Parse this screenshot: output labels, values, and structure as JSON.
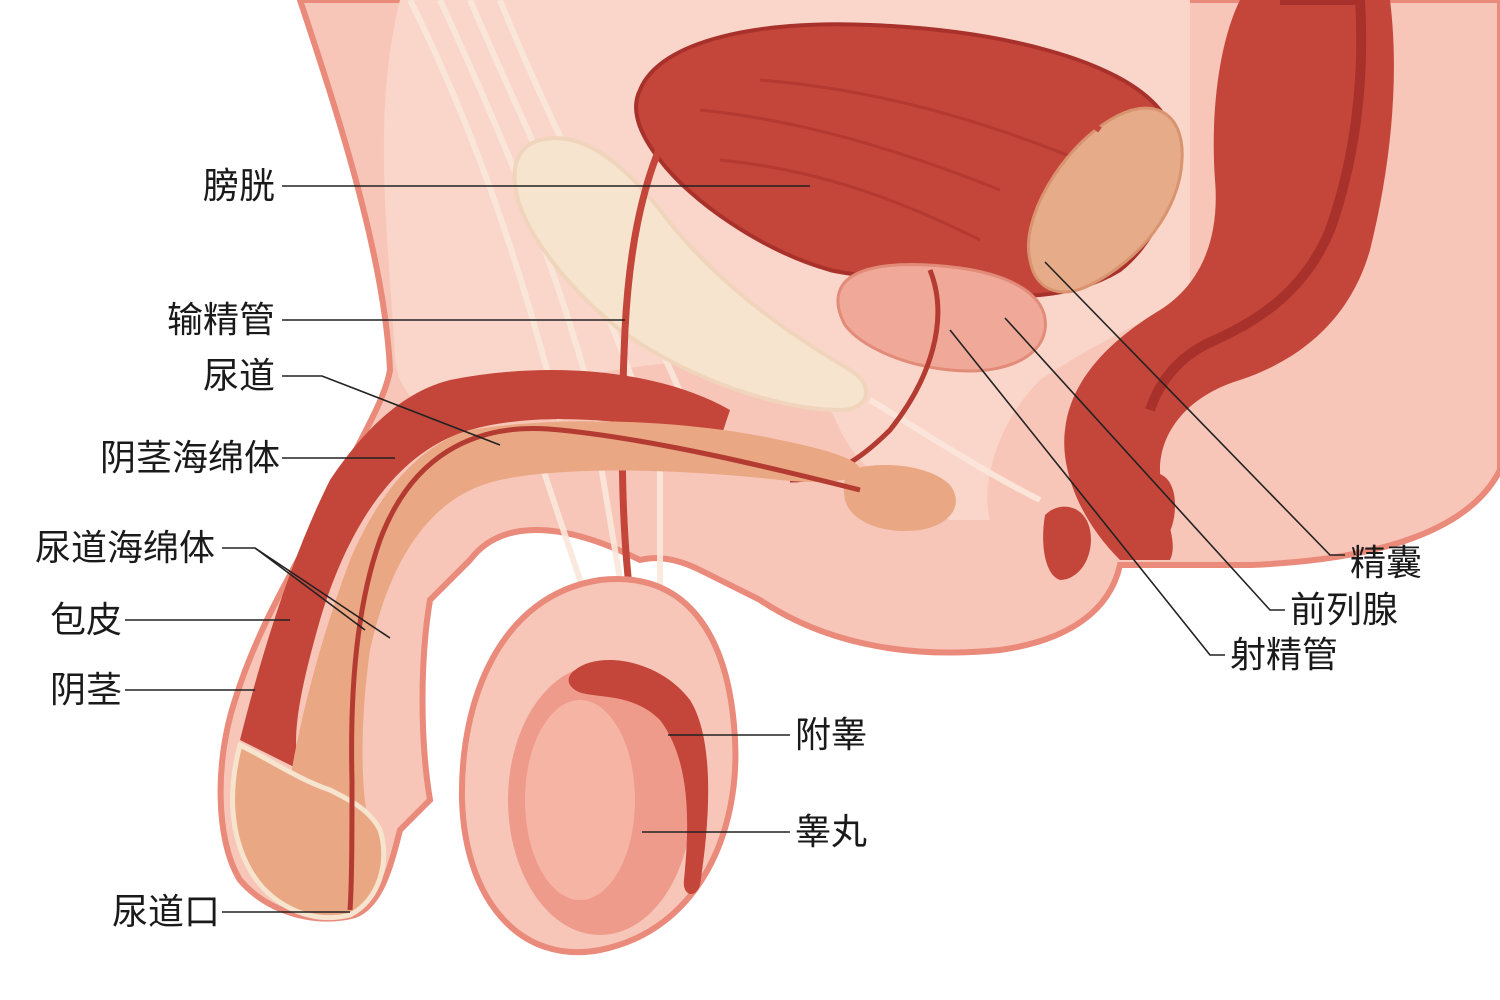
{
  "colors": {
    "skin": "#f7c6b8",
    "skin_outline": "#e98a7a",
    "muscle": "#c4453a",
    "muscle_dark": "#a8322b",
    "spongy": "#eaa783",
    "fat": "#f6e4cf",
    "gland": "#e6ab88",
    "testis": "#ef9b8c"
  },
  "labels": {
    "bladder": "膀胱",
    "vas_deferens": "输精管",
    "urethra": "尿道",
    "corpus_cavernosum": "阴茎海绵体",
    "corpus_spongiosum": "尿道海绵体",
    "foreskin": "包皮",
    "penis": "阴茎",
    "urethral_opening": "尿道口",
    "seminal_vesicle": "精囊",
    "prostate": "前列腺",
    "ejaculatory_duct": "射精管",
    "epididymis": "附睾",
    "testis": "睾丸"
  }
}
